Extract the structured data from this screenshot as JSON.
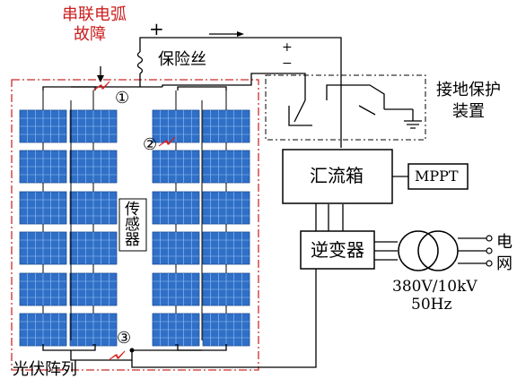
{
  "labels": {
    "series_arc_line1": "串联电弧",
    "series_arc_line2": "故障",
    "fuse": "保险丝",
    "ground_protection_line1": "接地保护",
    "ground_protection_line2": "装置",
    "combiner_box": "汇流箱",
    "mppt": "MPPT",
    "inverter": "逆变器",
    "grid_char1": "电",
    "grid_char2": "网",
    "transformer_rating": "380V/10kV",
    "frequency": "50Hz",
    "sensor_char1": "传",
    "sensor_char2": "感",
    "sensor_char3": "器",
    "pv_array": "光伏阵列",
    "plus_top": "+",
    "plus_small": "+",
    "minus_small": "−",
    "fault_1": "①",
    "fault_2": "②",
    "fault_3": "③"
  },
  "colors": {
    "panel_fill": "#2f6fc7",
    "panel_grid": "#9cc3ef",
    "fault_mark": "#d62020",
    "array_border": "#cc2b2b",
    "wire": "#000000"
  },
  "panel_strings": {
    "string_count": 4,
    "panels_per_string": 6
  }
}
